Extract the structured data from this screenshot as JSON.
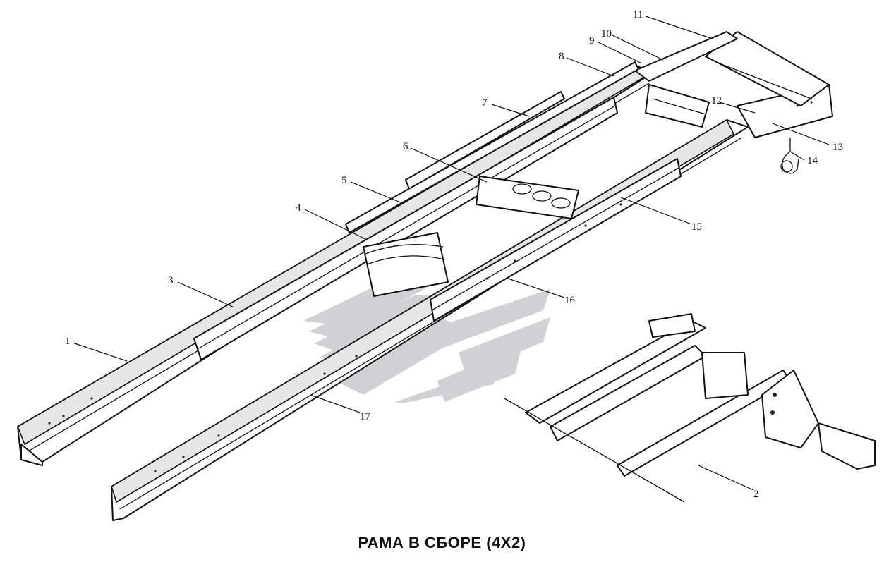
{
  "caption": "РАМА В СБОРЕ (4Х2)",
  "callouts": [
    {
      "id": "1",
      "text": "1"
    },
    {
      "id": "2",
      "text": "2"
    },
    {
      "id": "3",
      "text": "3"
    },
    {
      "id": "4",
      "text": "4"
    },
    {
      "id": "5",
      "text": "5"
    },
    {
      "id": "6",
      "text": "6"
    },
    {
      "id": "7",
      "text": "7"
    },
    {
      "id": "8",
      "text": "8"
    },
    {
      "id": "9",
      "text": "9"
    },
    {
      "id": "10",
      "text": "10"
    },
    {
      "id": "11",
      "text": "11"
    },
    {
      "id": "12",
      "text": "12"
    },
    {
      "id": "13",
      "text": "13"
    },
    {
      "id": "14",
      "text": "14"
    },
    {
      "id": "15",
      "text": "15"
    },
    {
      "id": "16",
      "text": "16"
    },
    {
      "id": "17",
      "text": "17"
    }
  ],
  "colors": {
    "line": "#111111",
    "watermark": "#c7c7cc",
    "background": "#ffffff"
  }
}
